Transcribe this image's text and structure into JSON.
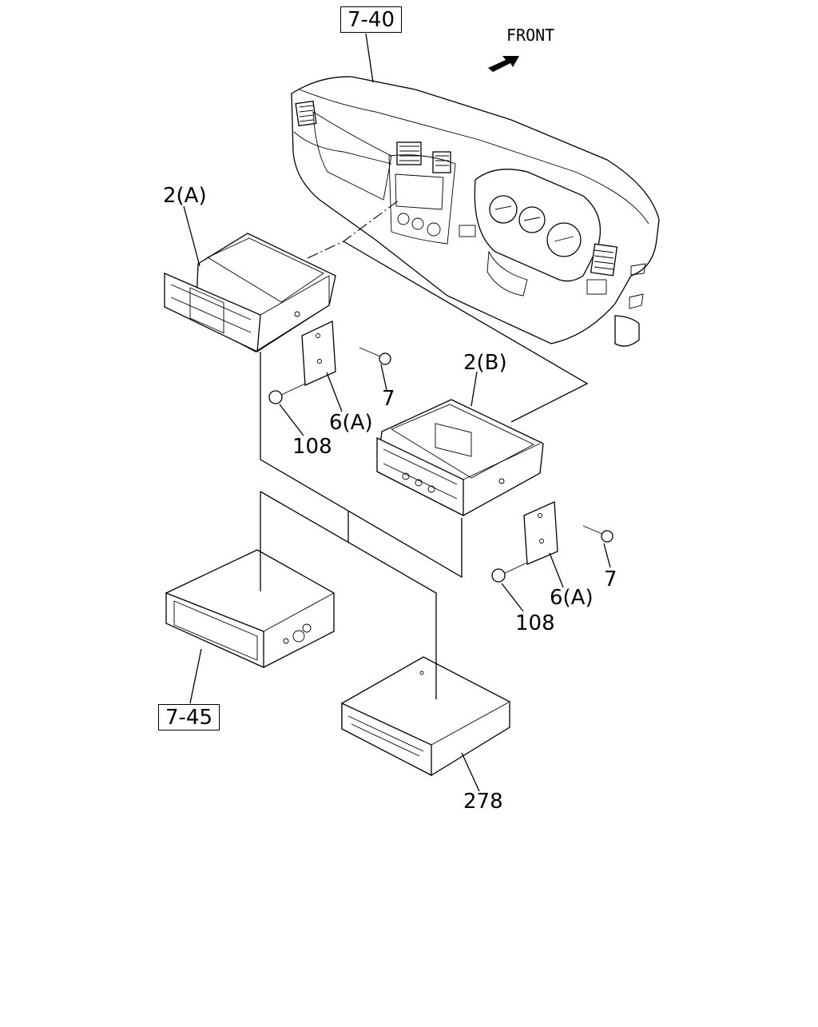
{
  "diagram": {
    "front_label": "FRONT",
    "ref_instrument_panel": "7-40",
    "ref_pocket": "7-45",
    "labels": {
      "radio_a": "2(A)",
      "radio_b": "2(B)",
      "bracket_upper": "6(A)",
      "bracket_lower": "6(A)",
      "screw_upper": "7",
      "screw_lower": "7",
      "bolt_upper": "108",
      "bolt_lower": "108",
      "cd_unit": "278"
    }
  }
}
